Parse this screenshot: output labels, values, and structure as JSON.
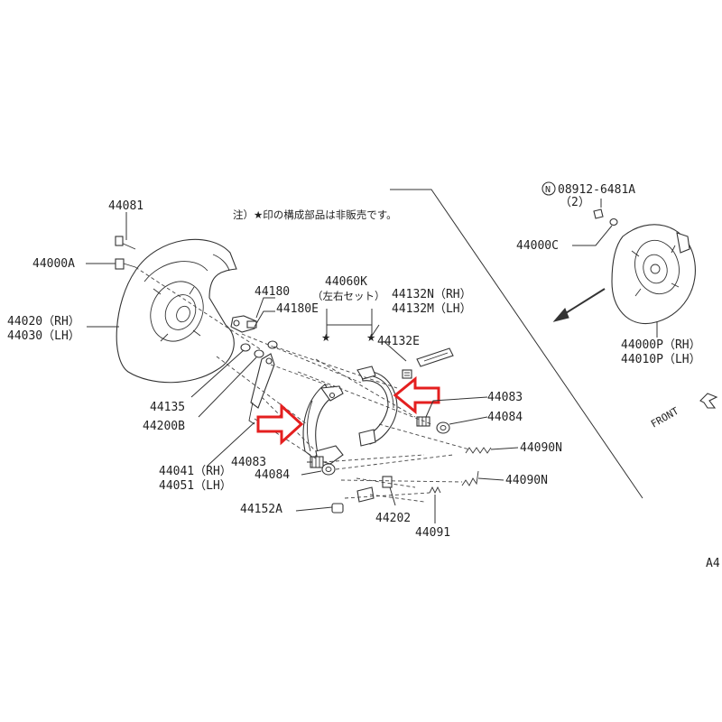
{
  "note": "注）★印の構成部品は非販売です。",
  "labels": {
    "p44081": "44081",
    "p44000A": "44000A",
    "p44020": "44020（RH）",
    "p44030": "44030（LH）",
    "p44180": "44180",
    "p44180E": "44180E",
    "p44060K": "44060K",
    "p44060K_note": "（左右セット）",
    "p44132N": "44132N（RH）",
    "p44132M": "44132M（LH）",
    "p44132E": "44132E",
    "p44135": "44135",
    "p44200B": "44200B",
    "p44083a": "44083",
    "p44084a": "44084",
    "p44041": "44041（RH）",
    "p44051": "44051（LH）",
    "p44152A": "44152A",
    "p44202": "44202",
    "p44091": "44091",
    "p44083b": "44083",
    "p44084b": "44084",
    "p44090Na": "44090N",
    "p44090Nb": "44090N",
    "p08912": "08912-6481A",
    "p08912_qty": "（2）",
    "p44000C": "44000C",
    "p44000P": "44000P（RH）",
    "p44010P": "44010P（LH）",
    "front": "FRONT",
    "corner": "A4",
    "n_mark": "N",
    "star": "★"
  },
  "colors": {
    "highlight_arrow": "#e41f1f",
    "line": "#333333"
  },
  "icons": {
    "highlight_left": "red-arrow-right-icon",
    "highlight_right": "red-arrow-left-icon",
    "front": "front-arrow-icon"
  }
}
